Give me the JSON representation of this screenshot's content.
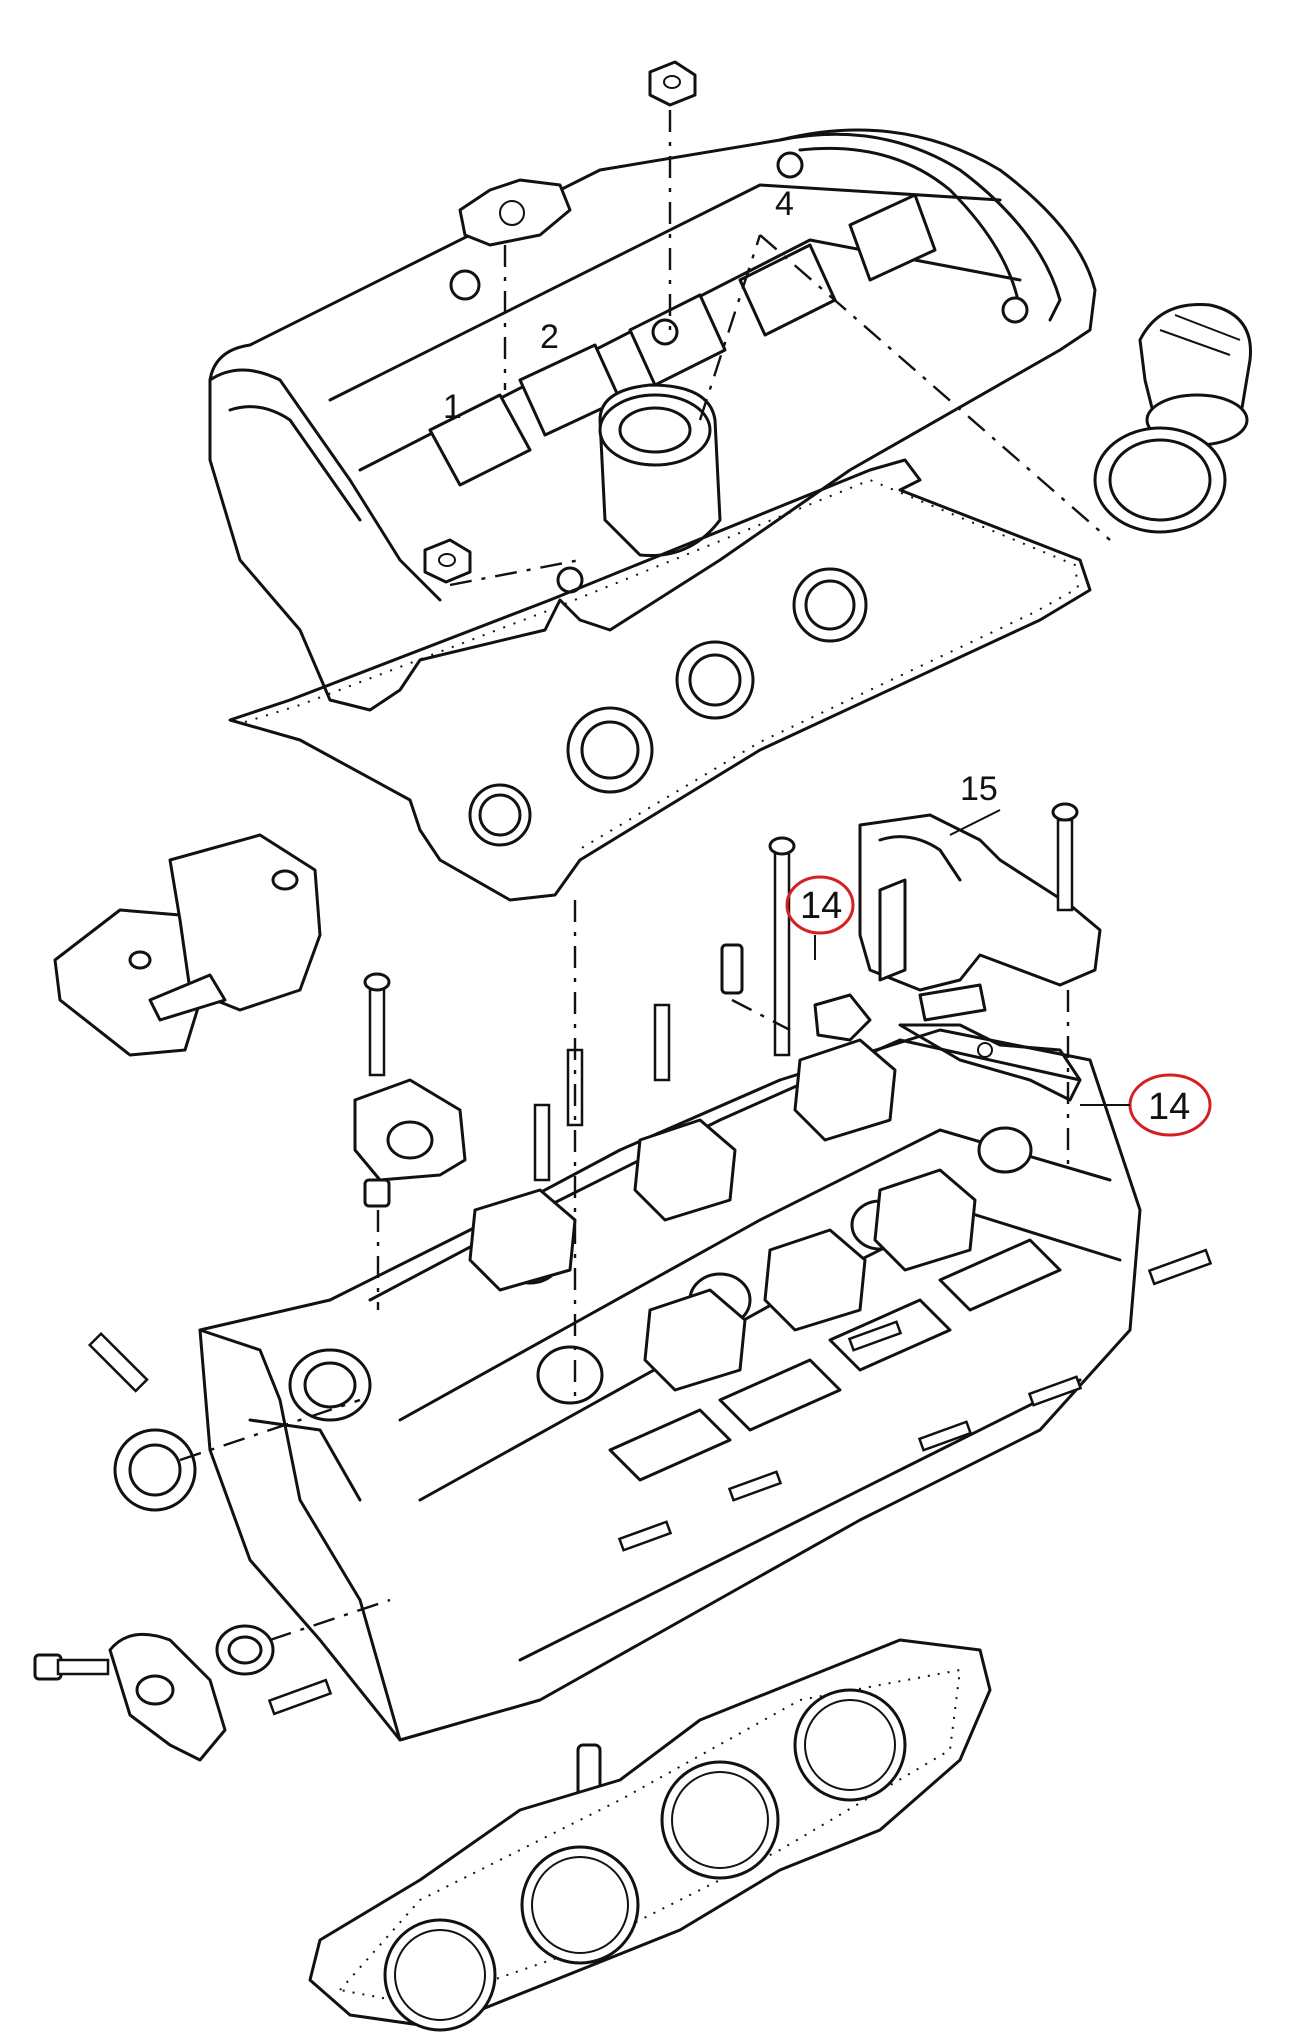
{
  "callouts": [
    {
      "id": "c15",
      "text": "15",
      "highlighted": false
    },
    {
      "id": "c14a",
      "text": "14",
      "highlighted": true
    },
    {
      "id": "c14b",
      "text": "14",
      "highlighted": true
    }
  ],
  "cover_marks": {
    "cyl1": "1",
    "cyl2": "2",
    "cyl4": "4"
  },
  "colors": {
    "ink": "#111111",
    "highlight": "#d42020",
    "paper": "#ffffff"
  }
}
